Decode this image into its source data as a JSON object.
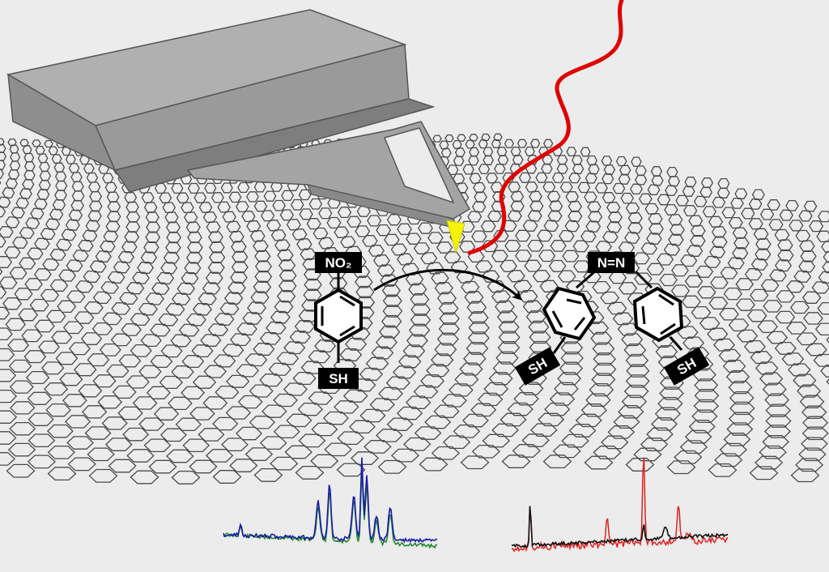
{
  "colors": {
    "background": "#ececec",
    "lattice": "#4a4a4a",
    "cantilever_top": "#a9a9a9",
    "cantilever_side": "#8c8c8c",
    "tip": "#f2f20a",
    "laser": "#e00000",
    "molecule_tag_bg": "#000000",
    "molecule_tag_text": "#ffffff",
    "spectrum_left_a": "#1a1aa8",
    "spectrum_left_b": "#1f8a2a",
    "spectrum_right_a": "#e02020",
    "spectrum_right_b": "#111111"
  },
  "reactant": {
    "top_group": "NO₂",
    "bottom_group": "SH"
  },
  "product": {
    "bridge_group": "N=N",
    "left_group": "SH",
    "right_group": "SH"
  }
}
